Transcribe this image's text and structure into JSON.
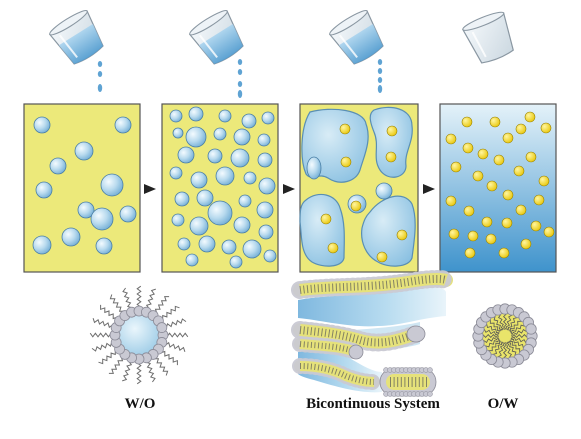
{
  "labels": {
    "water_in_oil": "W/O",
    "bicontinuous": "Bicontinuous System",
    "oil_in_water": "O/W"
  },
  "colors": {
    "oil": "#ece97a",
    "water_light": "#d9ecf5",
    "water": "#8dc3e3",
    "water_dark": "#4f9bd0",
    "droplet_oil": "#f4dc1c",
    "surfactant_head": "#c9c9d3",
    "surfactant_tail": "#777777",
    "arrow": "#222222"
  },
  "icons": {
    "beaker": "pouring-beaker-icon",
    "arrow": "arrow-right-icon"
  },
  "stages": [
    {
      "name": "stage-1-water-in-oil",
      "beaker": "pouring",
      "dispersed": "water",
      "continuous": "oil"
    },
    {
      "name": "stage-2-dense-water-droplets",
      "beaker": "pouring",
      "dispersed": "water",
      "continuous": "oil"
    },
    {
      "name": "stage-3-merged-water-domains",
      "beaker": "pouring",
      "dispersed": "oil",
      "continuous": "mixed"
    },
    {
      "name": "stage-4-oil-in-water",
      "beaker": "empty",
      "dispersed": "oil",
      "continuous": "water"
    }
  ]
}
